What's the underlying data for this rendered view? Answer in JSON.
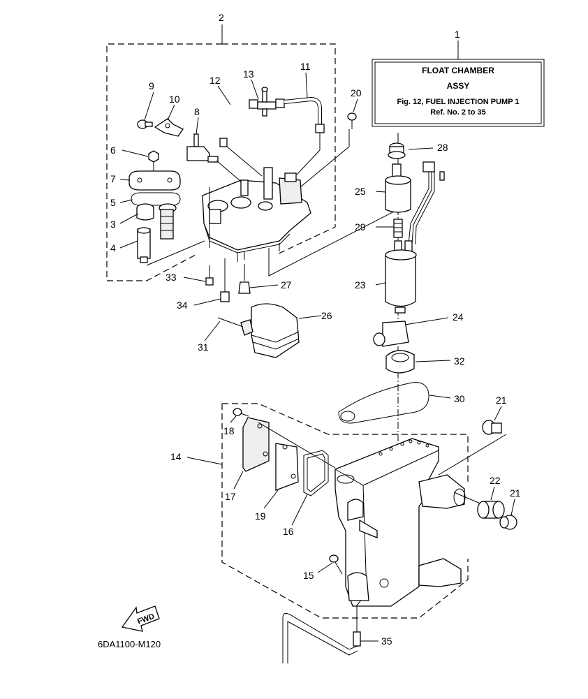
{
  "title_box": {
    "line1": "FLOAT CHAMBER",
    "line2": "ASSY",
    "line3": "Fig. 12, FUEL INJECTION PUMP 1",
    "line4": "Ref. No. 2 to 35"
  },
  "diagram_code": "6DA1100-M120",
  "fwd_label": "FWD",
  "callouts": {
    "c1": "1",
    "c2": "2",
    "c3": "3",
    "c4": "4",
    "c5": "5",
    "c6": "6",
    "c7": "7",
    "c8": "8",
    "c9": "9",
    "c10": "10",
    "c11": "11",
    "c12": "12",
    "c13": "13",
    "c14": "14",
    "c15": "15",
    "c16": "16",
    "c17": "17",
    "c18": "18",
    "c19": "19",
    "c20": "20",
    "c21a": "21",
    "c21b": "21",
    "c22": "22",
    "c23": "23",
    "c24": "24",
    "c25": "25",
    "c26": "26",
    "c27": "27",
    "c28": "28",
    "c29": "29",
    "c30": "30",
    "c31": "31",
    "c32": "32",
    "c33": "33",
    "c34": "34",
    "c35": "35"
  }
}
